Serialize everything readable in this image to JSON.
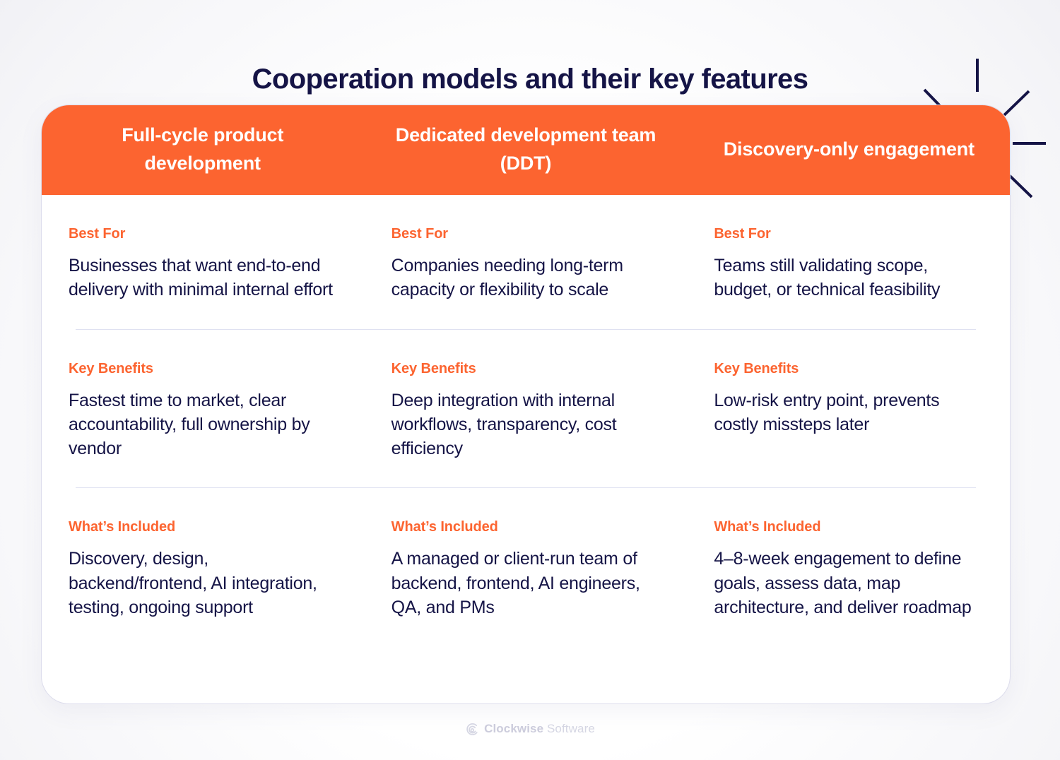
{
  "page": {
    "title": "Cooperation models and their key features",
    "accent_color": "#fc6430",
    "text_color": "#151446",
    "divider_color": "#dfe1f1",
    "card_bg": "#ffffff"
  },
  "table": {
    "columns": [
      {
        "header": "Full-cycle product development"
      },
      {
        "header": "Dedicated development team (DDT)"
      },
      {
        "header": "Discovery-only engagement"
      }
    ],
    "rows": [
      {
        "label": "Best For",
        "cells": [
          "Businesses that want end-to-end delivery with minimal internal effort",
          "Companies needing long-term capacity or flexibility to scale",
          "Teams still validating scope, budget, or technical feasibility"
        ]
      },
      {
        "label": "Key Benefits",
        "cells": [
          "Fastest time to market, clear accountability, full ownership by vendor",
          "Deep integration with internal workflows, transparency, cost efficiency",
          "Low-risk entry point, prevents costly missteps later"
        ]
      },
      {
        "label": "What’s Included",
        "cells": [
          "Discovery, design, backend/frontend, AI integration, testing, ongoing support",
          "A managed or client-run team of backend, frontend, AI engineers, QA, and PMs",
          "4–8-week engagement to define goals, assess data, map architecture, and deliver roadmap"
        ]
      }
    ]
  },
  "decoration": {
    "sunburst_color": "#151446",
    "ray_count": 5
  },
  "footer": {
    "brand_strong": "Clockwise",
    "brand_light": " Software",
    "logo_icon": "clockwise-spiral-icon"
  }
}
